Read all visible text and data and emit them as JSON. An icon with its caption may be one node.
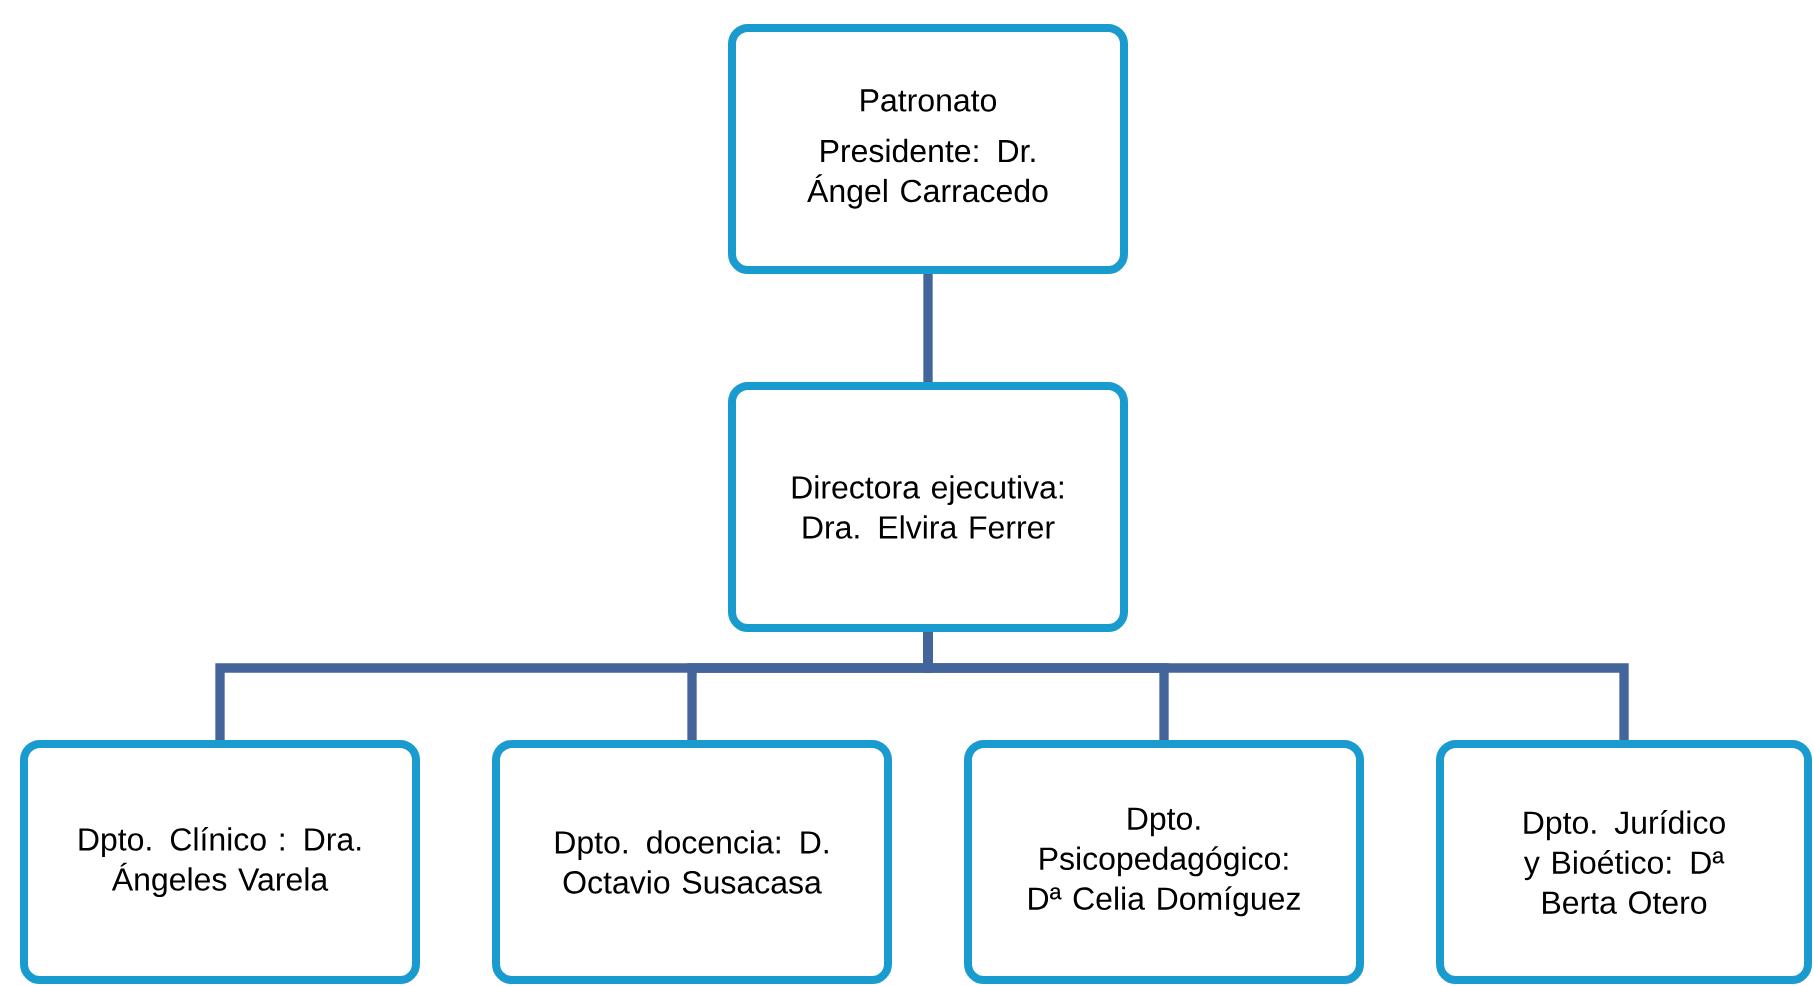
{
  "diagram": {
    "nodes": [
      {
        "text": [
          "Patronato",
          "Presidente: Dr. Ángel Carracedo"
        ]
      },
      {
        "text": [
          "Directora ejecutiva: Dra. Elvira Ferrer"
        ]
      },
      {
        "text": [
          "Dpto. Clínico : Dra. Ángeles Varela"
        ]
      },
      {
        "text": [
          "Dpto. docencia: D. Octavio Susacasa"
        ]
      },
      {
        "text": [
          "Dpto. Psicopedagógico: Dª Celia Domíguez"
        ]
      },
      {
        "text": [
          "Dpto. Jurídico y Bioético: Dª Berta Otero"
        ]
      }
    ],
    "edges": [
      {
        "from": 0,
        "to": 1,
        "arrow": "none"
      },
      {
        "from": 1,
        "to": 2,
        "arrow": "none"
      },
      {
        "from": 1,
        "to": 3,
        "arrow": "none"
      },
      {
        "from": 1,
        "to": 4,
        "arrow": "none"
      },
      {
        "from": 1,
        "to": 5,
        "arrow": "none"
      }
    ]
  }
}
